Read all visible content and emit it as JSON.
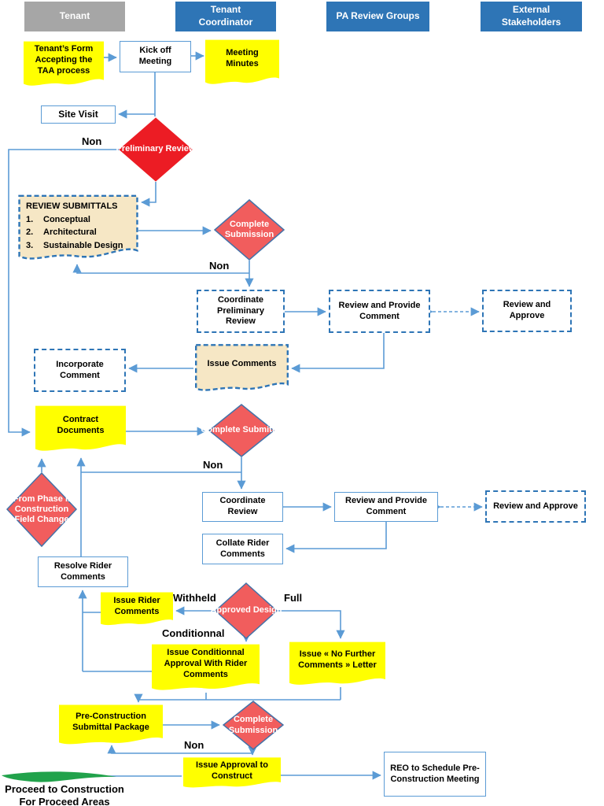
{
  "lanes": [
    {
      "label": "Tenant",
      "color": "#A6A6A6"
    },
    {
      "label": "Tenant Coordinator",
      "color": "#2E75B6"
    },
    {
      "label": "PA Review Groups",
      "color": "#2E75B6"
    },
    {
      "label": "External Stakeholders",
      "color": "#2E75B6"
    }
  ],
  "nodes": {
    "tenant_form": {
      "type": "flag-yellow",
      "label": "Tenant’s Form Accepting the TAA process"
    },
    "kick_off": {
      "type": "box",
      "label": "Kick off Meeting"
    },
    "meeting_minutes": {
      "type": "flag-yellow",
      "label": "Meeting Minutes"
    },
    "site_visit": {
      "type": "box",
      "label": "Site Visit"
    },
    "preliminary_review": {
      "type": "diamond-red",
      "label": "Preliminary Review"
    },
    "review_submittals": {
      "type": "flag-tan-dashed",
      "title": "REVIEW SUBMITTALS",
      "items": [
        {
          "num": "1.",
          "text": "Conceptual"
        },
        {
          "num": "2.",
          "text": "Architectural"
        },
        {
          "num": "3.",
          "text": "Sustainable Design"
        }
      ]
    },
    "complete_submission_1": {
      "type": "diamond-coral",
      "label": "Complete Submission"
    },
    "coordinate_preliminary_review": {
      "type": "box-dashed",
      "label": "Coordinate Preliminary Review"
    },
    "review_provide_comment_1": {
      "type": "box-dashed",
      "label": "Review and Provide Comment"
    },
    "review_approve_1": {
      "type": "box-dashed",
      "label": "Review and Approve"
    },
    "issue_comments": {
      "type": "flag-tan-dashed",
      "label": "Issue Comments"
    },
    "incorporate_comment": {
      "type": "box-dashed",
      "label": "Incorporate Comment"
    },
    "contract_documents": {
      "type": "flag-yellow",
      "label": "Contract Documents"
    },
    "complete_submittal": {
      "type": "diamond-coral",
      "label": "Complete Submittal"
    },
    "from_phase2": {
      "type": "diamond-coral",
      "label": "From Phase II Construction Field Change"
    },
    "coordinate_review": {
      "type": "box",
      "label": "Coordinate Review"
    },
    "review_provide_comment_2": {
      "type": "box",
      "label": "Review and Provide Comment"
    },
    "review_approve_2": {
      "type": "box-dashed",
      "label": "Review and Approve"
    },
    "collate_rider_comments": {
      "type": "box",
      "label": "Collate Rider Comments"
    },
    "resolve_rider_comments": {
      "type": "box",
      "label": "Resolve Rider Comments"
    },
    "issue_rider_comments": {
      "type": "flag-yellow",
      "label": "Issue Rider Comments"
    },
    "approved_design": {
      "type": "diamond-coral",
      "label": "Approved Design"
    },
    "issue_conditional_approval": {
      "type": "flag-yellow",
      "label": "Issue Conditionnal Approval With Rider Comments"
    },
    "issue_no_further": {
      "type": "flag-yellow",
      "label": "Issue « No Further Comments » Letter"
    },
    "precon_package": {
      "type": "flag-yellow",
      "label": "Pre-Construction Submittal Package"
    },
    "complete_submission_3": {
      "type": "diamond-coral",
      "label": "Complete Submission"
    },
    "issue_approval": {
      "type": "flag-yellow",
      "label": "Issue Approval to Construct"
    },
    "reo_schedule": {
      "type": "box",
      "label": "REO to Schedule Pre-Construction Meeting"
    }
  },
  "edge_labels": {
    "non_preliminary": "Non",
    "non_submission1": "Non",
    "non_submittal": "Non",
    "withheld": "Withheld",
    "full": "Full",
    "conditionnal": "Conditionnal",
    "non_precon": "Non"
  },
  "banner": {
    "line1": "Proceed to Construction",
    "line2": "For Proceed Areas"
  },
  "colors": {
    "lane_blue": "#2E75B6",
    "lane_gray": "#A6A6A6",
    "diamond_red": "#EC1C24",
    "diamond_coral": "#F15D5D",
    "diamond_coral_border": "#4472A8",
    "flag_yellow": "#FFFF00",
    "flag_tan": "#F6E7C5",
    "dashed_border_blue": "#2E75B6",
    "connector_blue": "#5B9BD5",
    "banner_green": "#21A24B",
    "text_dark": "#000000",
    "text_light": "#FFFFFF"
  }
}
